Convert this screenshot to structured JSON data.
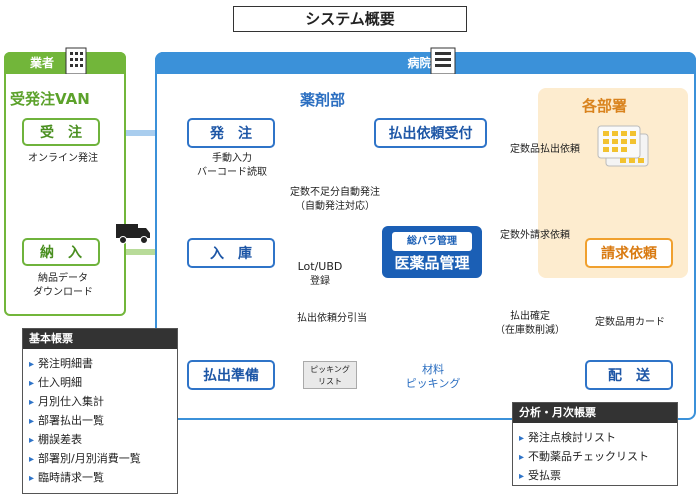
{
  "title": "システム概要",
  "vendor": {
    "tab": "業者",
    "van": "受発注VAN",
    "order": {
      "label": "受　注",
      "caption": "オンライン発注"
    },
    "delivery": {
      "label": "納　入",
      "caption1": "納品データ",
      "caption2": "ダウンロード"
    }
  },
  "hospital": {
    "tab": "病院内",
    "pharmacy": "薬剤部",
    "departments": "各部署",
    "nodes": {
      "hatchu": "発　注",
      "nyuko": "入　庫",
      "haraidashi_uketsuke": "払出依頼受付",
      "main_sub": "総パラ管理",
      "main": "医薬品管理",
      "haraidashi_junbi": "払出準備",
      "haisou": "配　送",
      "seikyu": "請求依頼"
    },
    "labels": {
      "manual1": "手動入力",
      "manual2": "バーコード読取",
      "auto1": "定数不足分自動発注",
      "auto2": "（自動発注対応）",
      "lot1": "Lot/UBD",
      "lot2": "登録",
      "teisu_haraidashi": "定数品払出依頼",
      "teisugai": "定数外請求依頼",
      "bunhiki": "払出依頼分引当",
      "kakutei1": "払出確定",
      "kakutei2": "（在庫数削減）",
      "card": "定数品用カード",
      "picking_doc1": "ピッキング",
      "picking_doc2": "リスト",
      "picking1": "材料",
      "picking2": "ピッキング"
    }
  },
  "basic_reports": {
    "title": "基本帳票",
    "items": [
      "発注明細書",
      "仕入明細",
      "月別仕入集計",
      "部署払出一覧",
      "棚誤差表",
      "部署別/月別消費一覧",
      "臨時請求一覧"
    ]
  },
  "analysis_reports": {
    "title": "分析・月次帳票",
    "items": [
      "発注点検討リスト",
      "不動薬品チェックリスト",
      "受払票"
    ]
  },
  "colors": {
    "vendor_green": "#72b63a",
    "hospital_blue": "#3b91d9",
    "main_blue": "#1b5fb5",
    "dept_orange": "#f0a02e",
    "arrow_blue": "#a9cdee",
    "arrow_green": "#b8db99",
    "arrow_orange": "#f8c98a"
  },
  "icons": [
    "building-icon",
    "truck-icon",
    "card-stack-icon"
  ]
}
